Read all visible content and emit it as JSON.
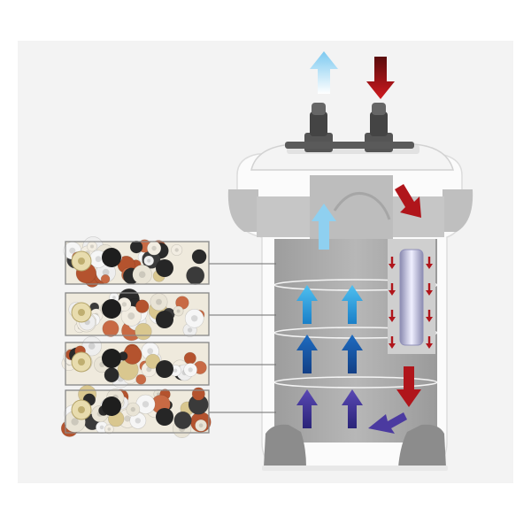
{
  "colors": {
    "background": "#ffffff",
    "panel": "#f3f3f3",
    "housing_white": "#fbfbfb",
    "housing_grey": "#c9c9c9",
    "body_grey": "#a9a9a9",
    "feet_dark": "#8e8e8e",
    "inflow_red": "#b0151b",
    "outflow_light": "#8fd0f0",
    "arrow_light_blue": "#2aa0e0",
    "arrow_mid_blue": "#1a5cab",
    "arrow_purple": "#4b3aa0",
    "leader_line": "#6e6e6e"
  },
  "media_trays": [
    {
      "level": 1
    },
    {
      "level": 2
    },
    {
      "level": 3
    },
    {
      "level": 4
    }
  ],
  "flow": {
    "outlet_arrow_icon": "up-arrow-icon",
    "inlet_arrow_icon": "down-arrow-icon",
    "internal_up_rows": 3,
    "side_channel_down_arrows": 8
  }
}
